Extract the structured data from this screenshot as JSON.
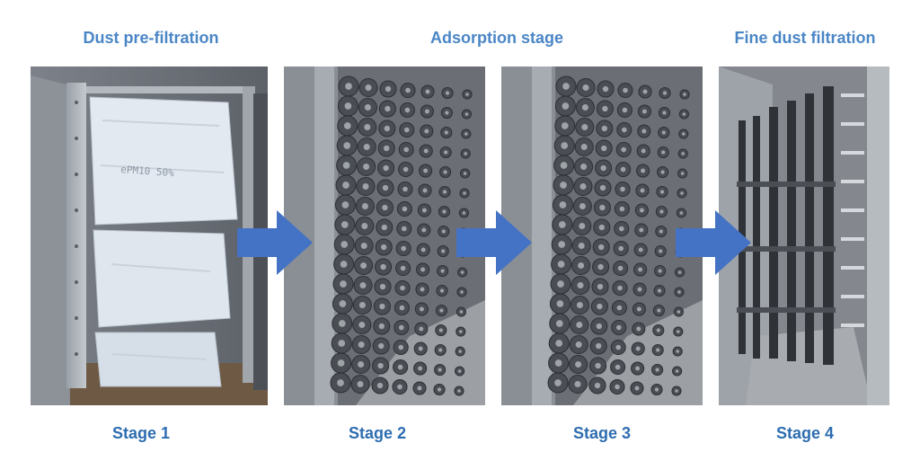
{
  "headings": {
    "stage1_title": "Dust pre-filtration",
    "stage23_title": "Adsorption stage",
    "stage4_title": "Fine dust filtration"
  },
  "stages": [
    {
      "label": "Stage 1",
      "photo": "bag-filter-cabinet-photo"
    },
    {
      "label": "Stage 2",
      "photo": "adsorption-cartridge-rack-photo"
    },
    {
      "label": "Stage 3",
      "photo": "adsorption-cartridge-rack-photo"
    },
    {
      "label": "Stage 4",
      "photo": "fine-filter-frame-photo"
    }
  ],
  "filter_bag_print": "ePM10 50%",
  "colors": {
    "heading": "#4a86c6",
    "stage_label": "#2e6db0",
    "arrow": "#4472c4"
  },
  "arrows": [
    {
      "name": "flow-arrow-icon",
      "from": "Stage 1",
      "to": "Stage 2"
    },
    {
      "name": "flow-arrow-icon",
      "from": "Stage 2",
      "to": "Stage 3"
    },
    {
      "name": "flow-arrow-icon",
      "from": "Stage 3",
      "to": "Stage 4"
    }
  ]
}
